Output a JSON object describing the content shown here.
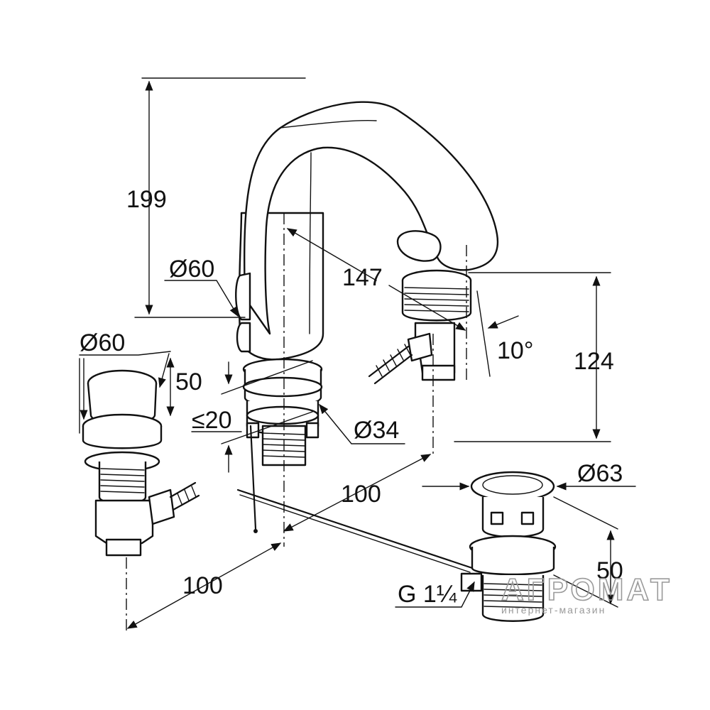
{
  "dimensions": {
    "spout_height": "199",
    "spout_reach": "147",
    "handle_diameter": "Ø60",
    "handle_diameter_left": "Ø60",
    "handle_height": "50",
    "deck_thickness": "≤20",
    "base_diameter": "Ø34",
    "outlet_angle": "10°",
    "outlet_height": "124",
    "drain_diameter": "Ø63",
    "spacing_right": "100",
    "spacing_left": "100",
    "drain_height": "50",
    "drain_thread": "G 1¼"
  },
  "watermark": {
    "brand": "АГРОМАТ",
    "subtitle": "интернет-магазин"
  }
}
